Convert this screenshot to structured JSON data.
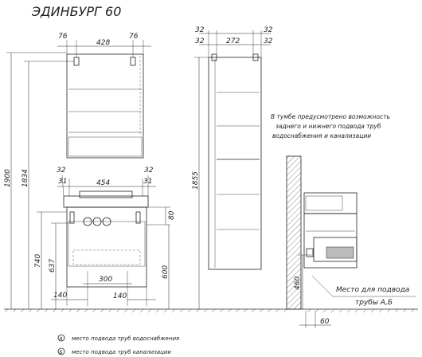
{
  "title": "ЭДИНБУРГ 60",
  "dims": {
    "top_76_left": "76",
    "top_428": "428",
    "top_76_right": "76",
    "h_1900": "1900",
    "h_1834": "1834",
    "mid_32a": "32",
    "mid_32b": "32",
    "mid_454": "454",
    "mid_31a": "31",
    "mid_31b": "31",
    "h_80": "80",
    "h_740": "740",
    "h_637": "637",
    "h_600": "600",
    "bot_300": "300",
    "bot_140a": "140",
    "bot_140b": "140",
    "side_32a": "32",
    "side_32b": "32",
    "side_32c": "32",
    "side_32d": "32",
    "side_272": "272",
    "h_1855": "1855",
    "h_460": "460",
    "w_60": "60"
  },
  "note_lines": [
    "В тумбе предусмотрено возможность",
    "заднего и нижнего подвода труб",
    "водоснабжения и канализации"
  ],
  "callout": {
    "line1": "Место для подвода",
    "line2": "трубы А,Б"
  },
  "legend": [
    {
      "marker": "А",
      "text": "место подвода труб водоснабжения"
    },
    {
      "marker": "Б",
      "text": "место подвода труб канализации"
    }
  ]
}
